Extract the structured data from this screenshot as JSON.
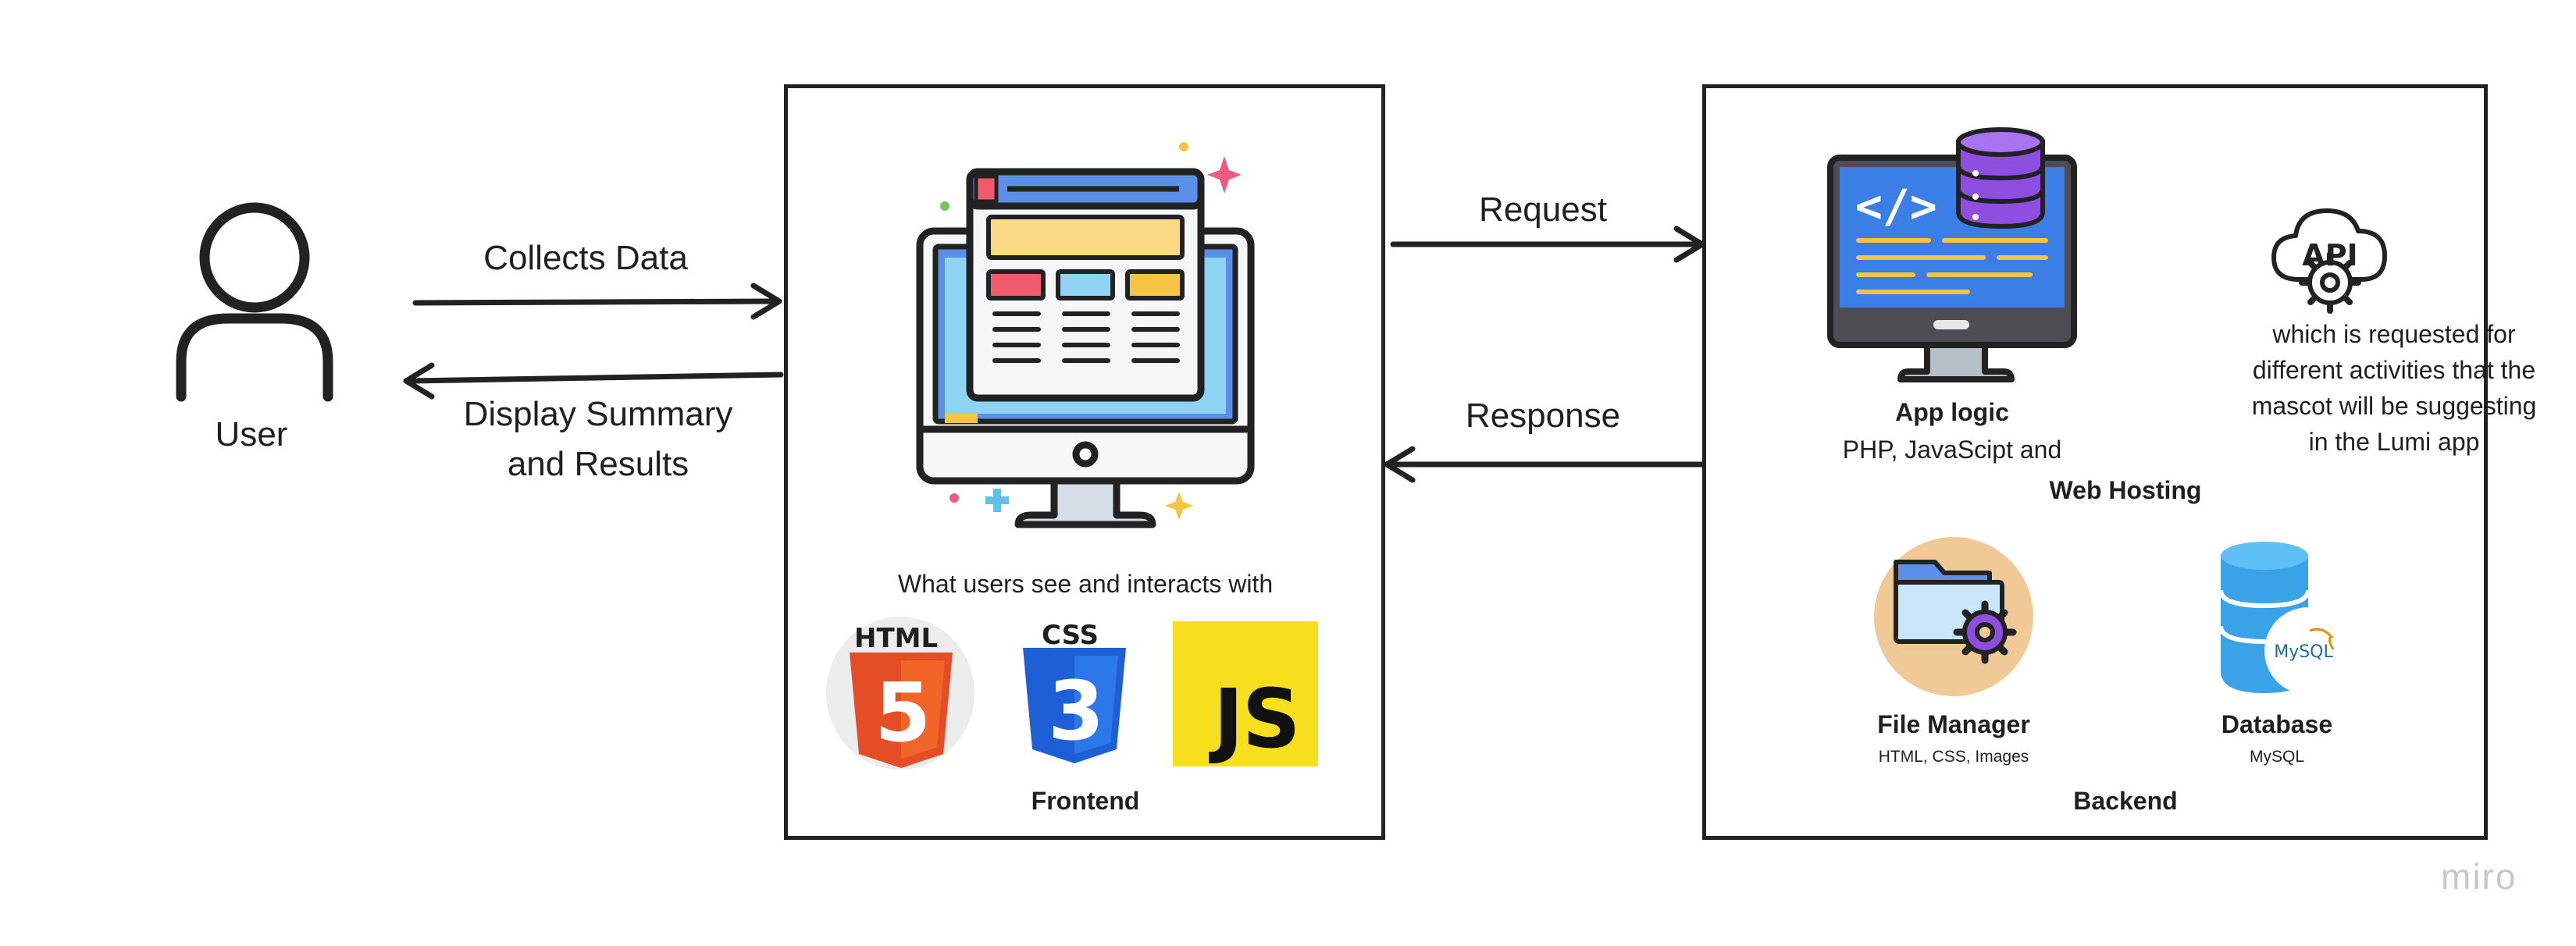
{
  "user": {
    "label": "User"
  },
  "edges": {
    "collects": "Collects Data",
    "display_line1": "Display Summary",
    "display_line2": "and Results",
    "request": "Request",
    "response": "Response"
  },
  "frontend": {
    "title": "Frontend",
    "caption": "What users see and interacts with",
    "html_badge": "HTML",
    "html_glyph": "5",
    "css_badge": "CSS",
    "css_glyph": "3",
    "js_badge": "JS"
  },
  "backend": {
    "title": "Backend",
    "app_logic_title": "App logic",
    "app_logic_sub": "PHP, JavaScipt and",
    "api_label": "API",
    "api_desc": [
      "which is requested for",
      "different activities that the",
      "mascot will be suggesting",
      "in the Lumi app"
    ],
    "web_hosting": "Web Hosting",
    "file_manager_title": "File Manager",
    "file_manager_sub": "HTML, CSS, Images",
    "database_title": "Database",
    "database_sub": "MySQL",
    "mysql_logo": "MySQL",
    "code_glyph": "</>"
  },
  "watermark": "miro",
  "colors": {
    "line": "#222222",
    "screen_blue": "#5b8fe8",
    "light_blue": "#8ed4f2",
    "purple": "#8e4fe0",
    "html_orange": "#e44d26",
    "css_blue": "#1f5fd6",
    "js_yellow": "#f7df1e",
    "db_blue": "#3aa3e8",
    "folder_bg": "#f1c997"
  }
}
